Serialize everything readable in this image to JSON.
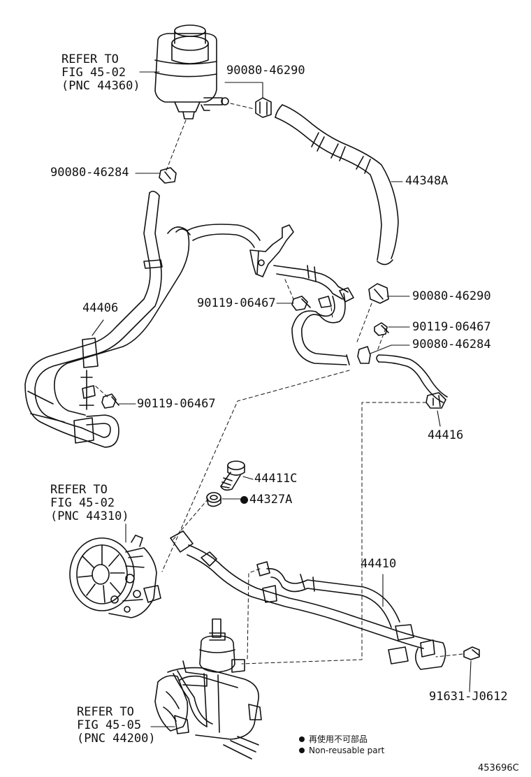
{
  "refs": {
    "reservoir": {
      "line1": "REFER TO",
      "line2": "FIG 45-02",
      "line3": "(PNC 44360)"
    },
    "pump": {
      "line1": "REFER TO",
      "line2": "FIG 45-02",
      "line3": "(PNC 44310)"
    },
    "gear": {
      "line1": "REFER TO",
      "line2": "FIG 45-05",
      "line3": "(PNC 44200)"
    }
  },
  "parts": {
    "clamp_top": "90080-46290",
    "hose_return": "44348A",
    "clamp_left": "90080-46284",
    "tube_left": "44406",
    "bolt_center": "90119-06467",
    "clamp_right": "90080-46290",
    "bolt_right": "90119-06467",
    "clamp_right_small": "90080-46284",
    "bolt_left": "90119-06467",
    "tube_right": "44416",
    "union_bolt": "44411C",
    "gasket": "44327A",
    "pressure_tube": "44410",
    "bolt_bottom": "91631-J0612"
  },
  "legend": {
    "line1": "再使用不可部品",
    "line2": "Non-reusable part"
  },
  "diagram_code": "453696C"
}
